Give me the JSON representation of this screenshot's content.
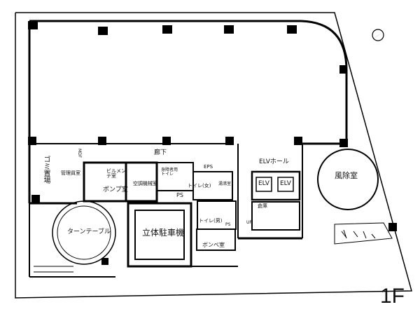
{
  "floor_label": "1F",
  "rooms": {
    "garbage": "ゴミ置場",
    "manager": "管理員室",
    "mdf": "MDF",
    "building_maint": "ビルメンテ室",
    "pump": "ポンプ室",
    "hvac": "空調機械室",
    "accessible_toilet": "身障者用トイレ",
    "eps": "EPS",
    "toilet_female": "トイレ(女)",
    "kitchenette": "湯沸室",
    "ps1": "PS",
    "ps2": "PS",
    "toilet_male": "トイレ(男)",
    "gas_cylinder": "ボンベ室",
    "parking_machine": "立体駐車機",
    "turntable": "ターンテーブル",
    "corridor": "廊下",
    "elv_hall": "ELVホール",
    "elv1": "ELV",
    "elv2": "ELV",
    "storage": "倉庫",
    "up": "UP",
    "windbreak": "風除室"
  },
  "north_icon": "compass-north-icon"
}
